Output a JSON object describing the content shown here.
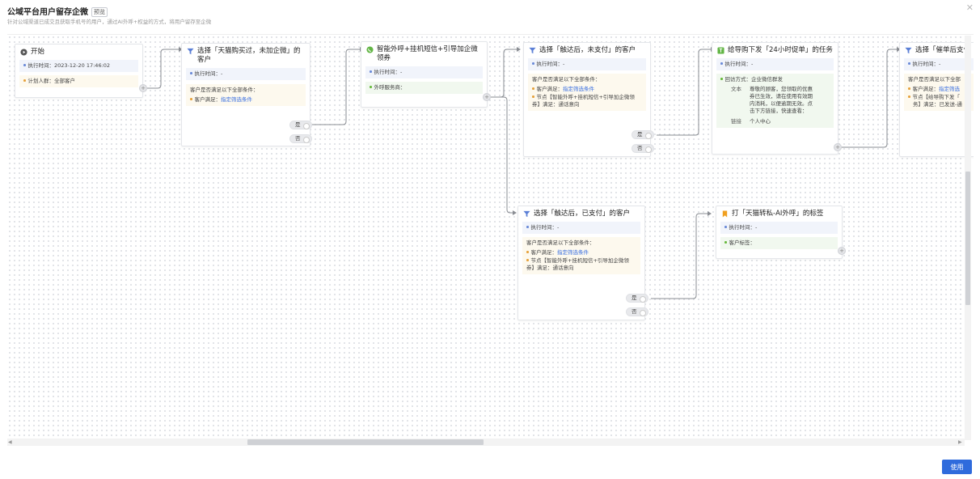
{
  "header": {
    "title": "公域平台用户留存企微",
    "badge": "预览",
    "subtitle": "针对公域渠道已成交且获取手机号的用户，通过AI外呼+权益的方式，将用户留存至企微"
  },
  "colors": {
    "accent": "#2f6bdc",
    "blue_row": "#f1f4fb",
    "yellow_row": "#fdf9ee",
    "green_row": "#f1f8ef"
  },
  "nodes": {
    "start": {
      "title": "开始",
      "icon": "play-circle-icon",
      "exec_time": "执行时间：2023-12-20 17:46:02",
      "audience": "计划人群：全部客户"
    },
    "filter1": {
      "title": "选择「天猫购买过，未加企微」的客户",
      "icon": "funnel-icon",
      "exec_time": "执行时间：-",
      "cond_header": "客户是否满足以下全部条件：",
      "cond1_prefix": "客户满足：",
      "cond1_link": "指定筛选条件"
    },
    "aicall": {
      "title": "智能外呼+挂机短信+引导加企微领券",
      "icon": "ai-call-icon",
      "exec_time": "执行时间：-",
      "service": "外呼服务商："
    },
    "filter2": {
      "title": "选择「触达后，未支付」的客户",
      "icon": "funnel-icon",
      "exec_time": "执行时间：-",
      "cond_header": "客户是否满足以下全部条件：",
      "cond1_prefix": "客户满足：",
      "cond1_link": "指定筛选条件",
      "cond2": "节点【智能外呼+挂机短信+引导加企微领券】满足：通话意向"
    },
    "task": {
      "title": "给导购下发「24小时促单」的任务",
      "icon": "task-icon",
      "exec_time": "执行时间：-",
      "method": "回访方式：企业微信群发",
      "text_label": "文本",
      "text_value": "尊敬的顾客，您领取的优惠券已生效，请在使用有效期内消耗，以便逾期无效。点击下方链接，快速查看：",
      "link_label": "链接",
      "link_value": "个人中心"
    },
    "filter4": {
      "title": "选择「催单后支付",
      "icon": "funnel-icon",
      "exec_time": "执行时间：-",
      "cond_header": "客户是否满足以下全部",
      "cond1_prefix": "客户满足：",
      "cond1_link": "指定筛选",
      "cond2": "节点【给导购下发「",
      "cond2b": "务】满足：已发送-通"
    },
    "filter3": {
      "title": "选择「触达后，已支付」的客户",
      "icon": "funnel-icon",
      "exec_time": "执行时间：-",
      "cond_header": "客户是否满足以下全部条件：",
      "cond1_prefix": "客户满足：",
      "cond1_link": "指定筛选条件",
      "cond2": "节点【智能外呼+挂机短信+引导加企微领券】满足：通话意向"
    },
    "tag": {
      "title": "打「天猫转私-AI外呼」的标签",
      "icon": "bookmark-icon",
      "exec_time": "执行时间：-",
      "tag_label": "客户标签："
    }
  },
  "branches": {
    "yes": "是",
    "no": "否"
  },
  "footer": {
    "use_button": "使用"
  }
}
